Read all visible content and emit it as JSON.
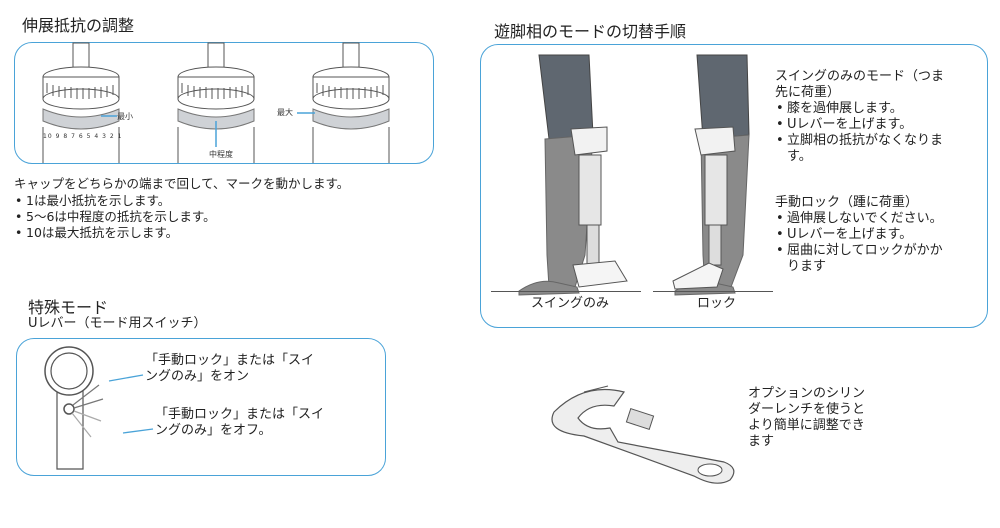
{
  "extension": {
    "title": "伸展抵抗の調整",
    "dial_labels": {
      "min": "最小",
      "mid": "中程度",
      "max": "最大"
    },
    "dial_scale": [
      "10",
      "9",
      "8",
      "7",
      "6",
      "5",
      "4",
      "3",
      "2",
      "1"
    ],
    "intro": "キャップをどちらかの端まで回して、マークを動かします。",
    "bullets": [
      "1は最小抵抗を示します。",
      "5〜6は中程度の抵抗を示します。",
      "10は最大抵抗を示します。"
    ]
  },
  "special": {
    "title": "特殊モード",
    "subtitle": "Uレバー（モード用スイッチ）",
    "on_text": [
      "「手動ロック」または「スイ",
      "ングのみ」をオン"
    ],
    "off_text": [
      "「手動ロック」または「スイ",
      "ングのみ」をオフ。"
    ]
  },
  "swing": {
    "title": "遊脚相のモードの切替手順",
    "caption_swing": "スイングのみ",
    "caption_lock": "ロック",
    "swing_mode_title": [
      "スイングのみのモード（つま",
      "先に荷重）"
    ],
    "swing_mode_bullets": [
      "膝を過伸展します。",
      "Uレバーを上げます。",
      "立脚相の抵抗がなくなりま",
      "す。"
    ],
    "lock_mode_title": "手動ロック（踵に荷重）",
    "lock_mode_bullets": [
      "過伸展しないでください。",
      "Uレバーを上げます。",
      "屈曲に対してロックがかか",
      "ります"
    ]
  },
  "wrench": {
    "text": [
      "オプションのシリン",
      "ダーレンチを使うと",
      "より簡単に調整でき",
      "ます"
    ]
  },
  "colors": {
    "accent": "#4aa3d8",
    "line": "#555555",
    "leg_gray": "#8a8a8a",
    "pants": "#5f6770"
  }
}
